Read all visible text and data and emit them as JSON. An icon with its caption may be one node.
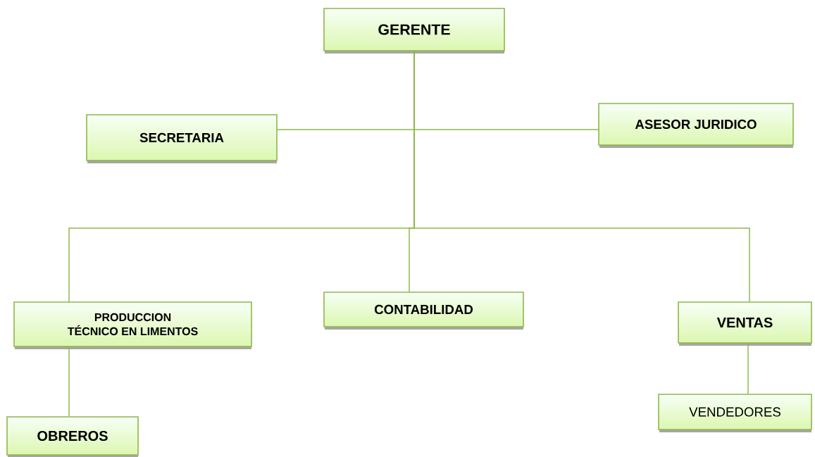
{
  "diagram": {
    "nodes": [
      {
        "text": [
          "GERENTE"
        ]
      },
      {
        "text": [
          "SECRETARIA"
        ]
      },
      {
        "text": [
          "ASESOR JURIDICO"
        ]
      },
      {
        "text": [
          "PRODUCCION",
          "TÉCNICO EN LIMENTOS"
        ]
      },
      {
        "text": [
          "CONTABILIDAD"
        ]
      },
      {
        "text": [
          "VENTAS"
        ]
      },
      {
        "text": [
          "OBREROS"
        ]
      },
      {
        "text": [
          "VENDEDORES"
        ]
      }
    ],
    "edges": [
      {
        "from": 0,
        "to": 1,
        "arrow": "none"
      },
      {
        "from": 0,
        "to": 2,
        "arrow": "none"
      },
      {
        "from": 0,
        "to": 3,
        "arrow": "none"
      },
      {
        "from": 0,
        "to": 4,
        "arrow": "none"
      },
      {
        "from": 0,
        "to": 5,
        "arrow": "none"
      },
      {
        "from": 3,
        "to": 6,
        "arrow": "none"
      },
      {
        "from": 5,
        "to": 7,
        "arrow": "none"
      }
    ]
  }
}
